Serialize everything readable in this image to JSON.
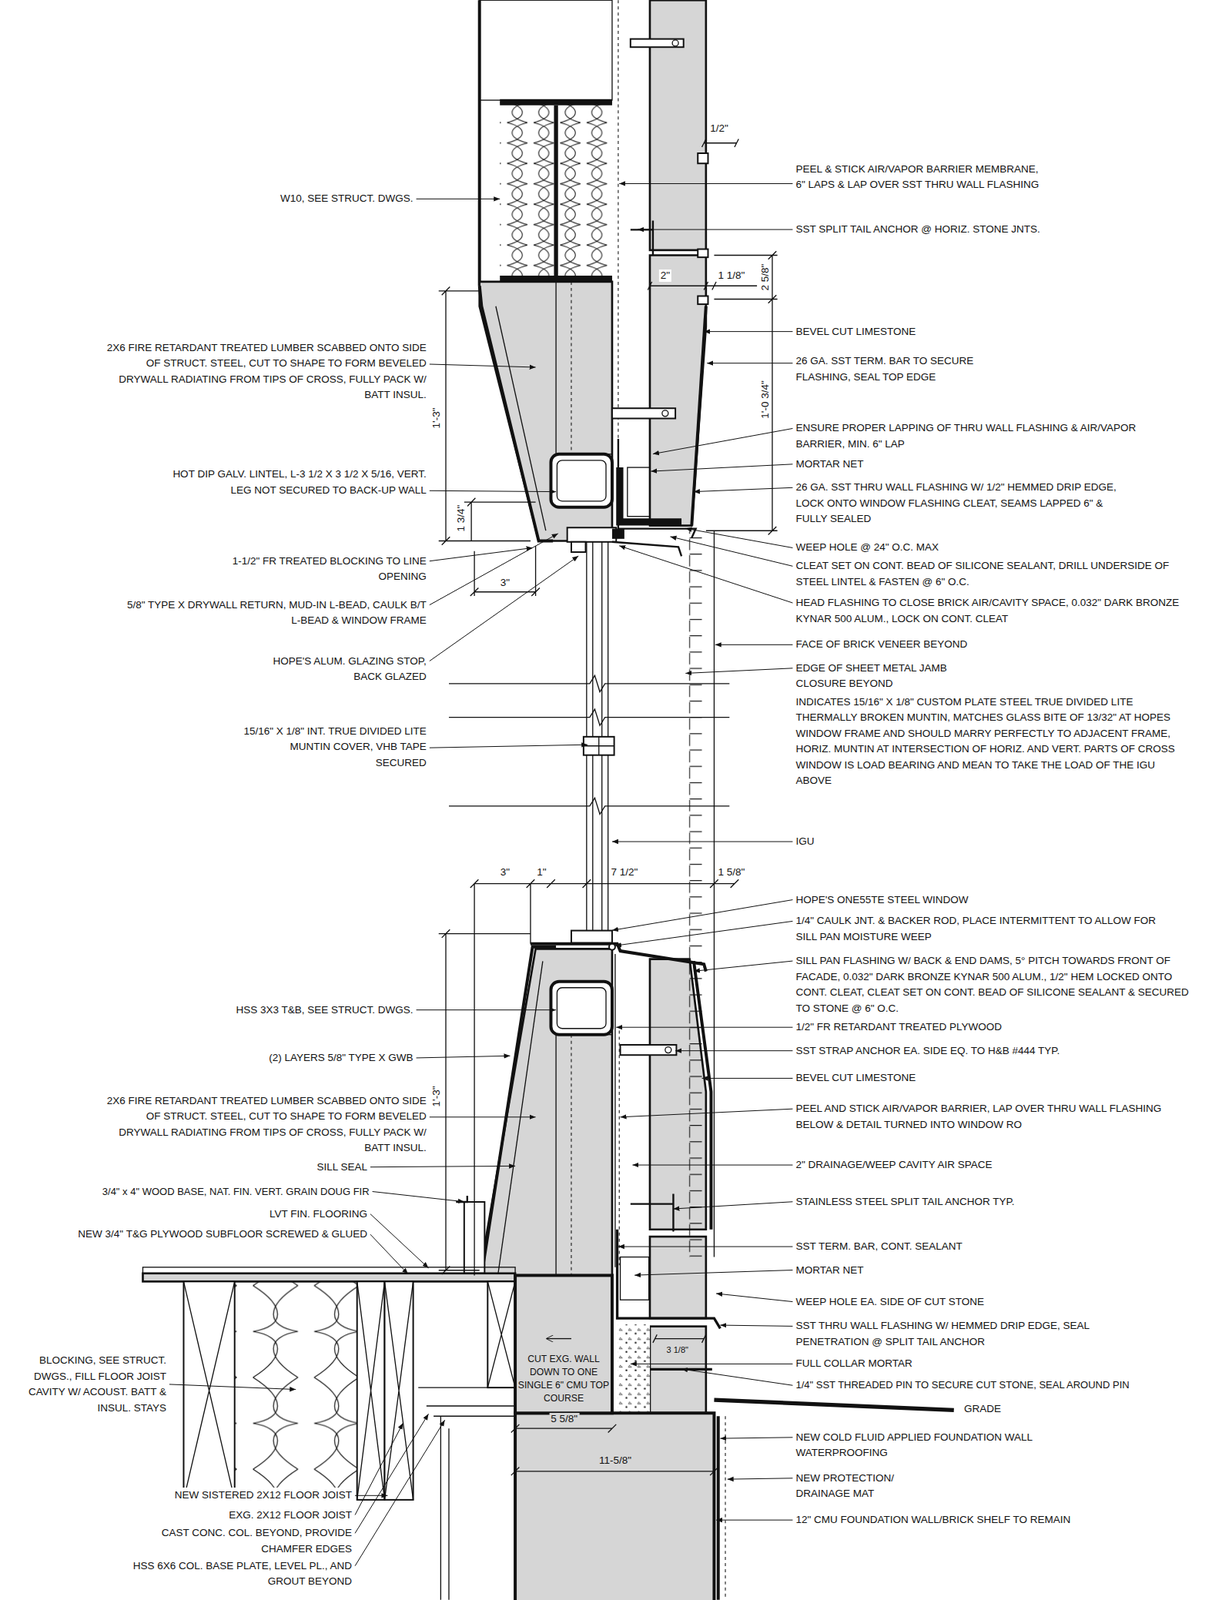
{
  "diagram": {
    "nodes": [
      {
        "text": [
          "CUT EXG. WALL DOWN TO ONE SINGLE 6\" CMU TOP COURSE"
        ]
      }
    ],
    "labels": [
      "W10, SEE STRUCT. DWGS.",
      "2X6 FIRE RETARDANT TREATED LUMBER SCABBED ONTO SIDE OF STRUCT. STEEL, CUT TO SHAPE TO FORM BEVELED DRYWALL RADIATING FROM TIPS OF CROSS, FULLY PACK W/ BATT INSUL.",
      "HOT DIP GALV. LINTEL, L-3 1/2 X 3 1/2 X 5/16, VERT. LEG NOT SECURED TO BACK-UP WALL",
      "1-1/2\" FR TREATED BLOCKING TO LINE OPENING",
      "5/8\" TYPE X DRYWALL RETURN, MUD-IN L-BEAD, CAULK B/T L-BEAD & WINDOW FRAME",
      "HOPE'S ALUM. GLAZING STOP, BACK GLAZED",
      "15/16\" X 1/8\" INT. TRUE DIVIDED LITE MUNTIN COVER, VHB TAPE SECURED",
      "HSS 3X3 T&B, SEE STRUCT. DWGS.",
      "(2) LAYERS 5/8\" TYPE X GWB",
      "2X6 FIRE RETARDANT TREATED LUMBER SCABBED ONTO SIDE OF STRUCT. STEEL, CUT TO SHAPE TO FORM BEVELED DRYWALL RADIATING FROM TIPS OF CROSS, FULLY PACK W/ BATT INSUL.",
      "SILL SEAL",
      "3/4\" x 4\" WOOD BASE, NAT. FIN. VERT. GRAIN DOUG FIR",
      "LVT FIN. FLOORING",
      "NEW 3/4\" T&G PLYWOOD SUBFLOOR SCREWED & GLUED",
      "BLOCKING, SEE STRUCT. DWGS., FILL FLOOR JOIST CAVITY W/ ACOUST. BATT & INSUL. STAYS",
      "NEW SISTERED 2X12 FLOOR JOIST",
      "EXG. 2X12 FLOOR JOIST",
      "CAST CONC. COL. BEYOND, PROVIDE CHAMFER EDGES",
      "HSS 6X6 COL. BASE PLATE, LEVEL PL., AND GROUT BEYOND",
      "PEEL & STICK AIR/VAPOR BARRIER MEMBRANE, 6\" LAPS & LAP OVER SST THRU WALL FLASHING",
      "SST SPLIT TAIL ANCHOR @ HORIZ. STONE JNTS.",
      "BEVEL CUT LIMESTONE",
      "26 GA. SST TERM. BAR TO SECURE FLASHING, SEAL TOP EDGE",
      "ENSURE PROPER LAPPING OF THRU WALL FLASHING & AIR/VAPOR BARRIER, MIN. 6\" LAP",
      "MORTAR NET",
      "26 GA. SST THRU WALL FLASHING W/ 1/2\" HEMMED DRIP EDGE, LOCK ONTO WINDOW FLASHING CLEAT, SEAMS LAPPED 6\" & FULLY SEALED",
      "WEEP HOLE @ 24\" O.C. MAX",
      "CLEAT SET ON CONT. BEAD OF SILICONE SEALANT, DRILL UNDERSIDE OF STEEL LINTEL & FASTEN @ 6\" O.C.",
      "HEAD FLASHING TO CLOSE BRICK AIR/CAVITY SPACE, 0.032\" DARK BRONZE KYNAR 500 ALUM., LOCK ON CONT. CLEAT",
      "FACE OF BRICK VENEER BEYOND",
      "EDGE OF SHEET METAL JAMB CLOSURE BEYOND",
      "INDICATES 15/16\" X 1/8\" CUSTOM PLATE STEEL TRUE DIVIDED LITE THERMALLY BROKEN MUNTIN, MATCHES GLASS BITE OF 13/32\" AT HOPES WINDOW FRAME AND SHOULD MARRY PERFECTLY TO ADJACENT FRAME, HORIZ. MUNTIN AT INTERSECTION OF HORIZ. AND VERT. PARTS OF CROSS WINDOW IS LOAD BEARING AND MEAN TO TAKE THE LOAD OF THE IGU ABOVE",
      "IGU",
      "HOPE'S ONE55TE STEEL WINDOW",
      "1/4\" CAULK JNT. & BACKER ROD, PLACE INTERMITTENT TO ALLOW FOR SILL PAN MOISTURE WEEP",
      "SILL PAN FLASHING W/ BACK & END DAMS, 5° PITCH TOWARDS FRONT OF FACADE, 0.032\" DARK BRONZE KYNAR 500 ALUM., 1/2\" HEM LOCKED ONTO CONT. CLEAT, CLEAT SET ON CONT. BEAD OF SILICONE SEALANT & SECURED TO STONE @ 6\" O.C.",
      "1/2\" FR RETARDANT TREATED PLYWOOD",
      "SST STRAP ANCHOR EA. SIDE EQ. TO H&B #444 TYP.",
      "BEVEL CUT LIMESTONE",
      "PEEL AND STICK AIR/VAPOR BARRIER, LAP OVER THRU WALL FLASHING BELOW & DETAIL TURNED INTO WINDOW RO",
      "2\" DRAINAGE/WEEP CAVITY AIR SPACE",
      "STAINLESS STEEL SPLIT TAIL ANCHOR TYP.",
      "SST TERM. BAR, CONT. SEALANT",
      "MORTAR NET",
      "WEEP HOLE EA. SIDE OF CUT STONE",
      "SST THRU WALL FLASHING W/ HEMMED DRIP EDGE, SEAL PENETRATION @ SPLIT TAIL ANCHOR",
      "FULL COLLAR MORTAR",
      "1/4\" SST THREADED PIN TO SECURE CUT STONE, SEAL AROUND PIN",
      "GRADE",
      "NEW COLD FLUID APPLIED FOUNDATION WALL WATERPROOFING",
      "NEW PROTECTION/ DRAINAGE MAT",
      "12\" CMU FOUNDATION WALL/BRICK SHELF TO REMAIN",
      "1/2\"",
      "2\"",
      "1 1/8\"",
      "2 5/8\"",
      "1'-3\"",
      "1'-0 3/4\"",
      "1 3/4\"",
      "3\"",
      "3\"",
      "1\"",
      "7 1/2\"",
      "1 5/8\"",
      "1'-3\"",
      "3 1/8\"",
      "5 5/8\"",
      "11-5/8\""
    ]
  }
}
